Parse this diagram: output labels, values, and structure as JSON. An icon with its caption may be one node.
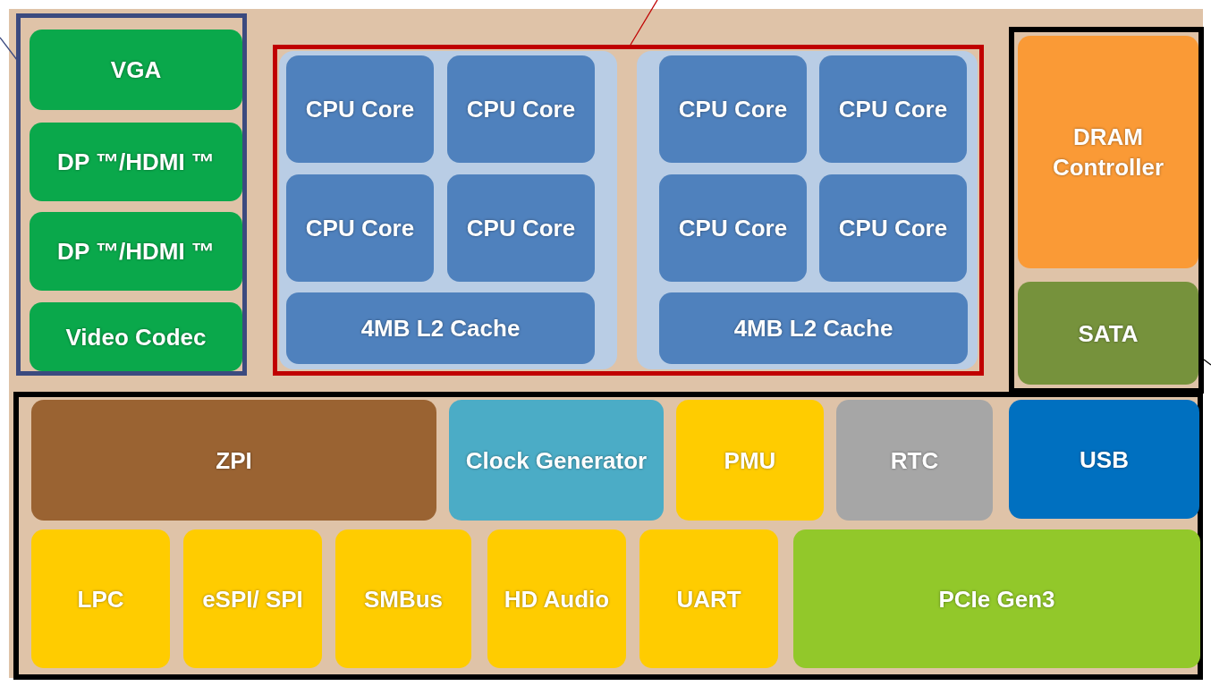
{
  "diagram": {
    "nodes": [
      {
        "text": [],
        "shape": "box"
      },
      {
        "text": [
          "VGA"
        ],
        "in": 0
      },
      {
        "text": [
          "DP ™/HDMI ™"
        ],
        "in": 0
      },
      {
        "text": [
          "DP ™/HDMI ™"
        ],
        "in": 0
      },
      {
        "text": [
          "Video Codec"
        ],
        "in": 0
      },
      {
        "text": [],
        "shape": "box"
      },
      {
        "text": [],
        "shape": "box",
        "in": 5
      },
      {
        "text": [
          "CPU Core"
        ],
        "in": 6
      },
      {
        "text": [
          "CPU Core"
        ],
        "in": 6
      },
      {
        "text": [
          "CPU Core"
        ],
        "in": 6
      },
      {
        "text": [
          "CPU Core"
        ],
        "in": 6
      },
      {
        "text": [
          "4MB L2 Cache"
        ],
        "in": 6
      },
      {
        "text": [],
        "shape": "box",
        "in": 5
      },
      {
        "text": [
          "CPU Core"
        ],
        "in": 12
      },
      {
        "text": [
          "CPU Core"
        ],
        "in": 12
      },
      {
        "text": [
          "CPU Core"
        ],
        "in": 12
      },
      {
        "text": [
          "CPU Core"
        ],
        "in": 12
      },
      {
        "text": [
          "4MB L2 Cache"
        ],
        "in": 12
      },
      {
        "text": [],
        "shape": "box"
      },
      {
        "text": [
          "DRAM Controller"
        ],
        "in": 18
      },
      {
        "text": [
          "SATA"
        ],
        "in": 18
      },
      {
        "text": [],
        "shape": "box"
      },
      {
        "text": [
          "ZPI"
        ],
        "in": 21
      },
      {
        "text": [
          "Clock Generator"
        ],
        "in": 21
      },
      {
        "text": [
          "PMU"
        ],
        "in": 21
      },
      {
        "text": [
          "RTC"
        ],
        "in": 21
      },
      {
        "text": [
          "USB"
        ],
        "in": 21
      },
      {
        "text": [
          "LPC"
        ],
        "in": 21
      },
      {
        "text": [
          "eSPI/ SPI"
        ],
        "in": 21
      },
      {
        "text": [
          "SMBus"
        ],
        "in": 21
      },
      {
        "text": [
          "HD Audio"
        ],
        "in": 21
      },
      {
        "text": [
          "UART"
        ],
        "in": 21
      },
      {
        "text": [
          "PCIe Gen3"
        ],
        "in": 21
      }
    ],
    "edges": [
      {
        "from": null,
        "to": 0,
        "arrow": "none",
        "color": "#3b4a7f"
      },
      {
        "from": null,
        "to": 5,
        "arrow": "none",
        "color": "#c00000"
      },
      {
        "from": null,
        "to": 18,
        "arrow": "none",
        "color": "#000000"
      }
    ]
  }
}
